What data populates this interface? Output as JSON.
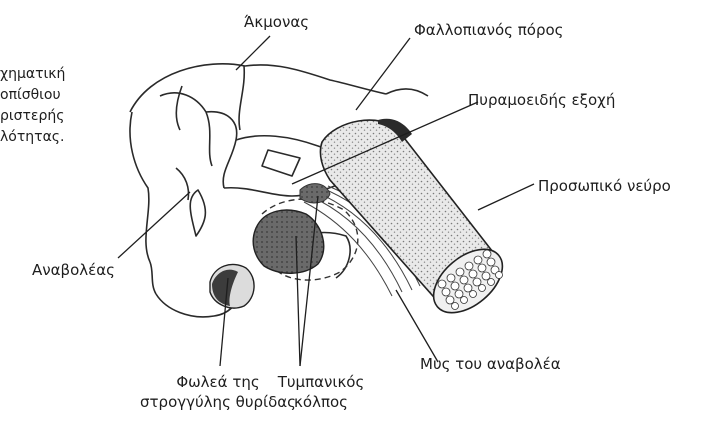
{
  "caption_lines": [
    "χηματική",
    "οπίσθιου",
    "ριστερής",
    "λότητας."
  ],
  "labels": {
    "akmonas": "Άκμονας",
    "fallopian_canal": "Φαλλοπιανός πόρος",
    "pyramidal_eminence": "Πυραμοειδής εξοχή",
    "facial_nerve": "Προσωπικό νεύρο",
    "stapes": "Αναβολέας",
    "round_window_line1": "Φωλεά της",
    "round_window_line2": "στρογγύλης θυρίδας",
    "tympanic_sinus_line1": "Τυμπανικός",
    "tympanic_sinus_line2": "κόλπος",
    "stapedius_muscle": "Μυς του αναβολέα"
  }
}
